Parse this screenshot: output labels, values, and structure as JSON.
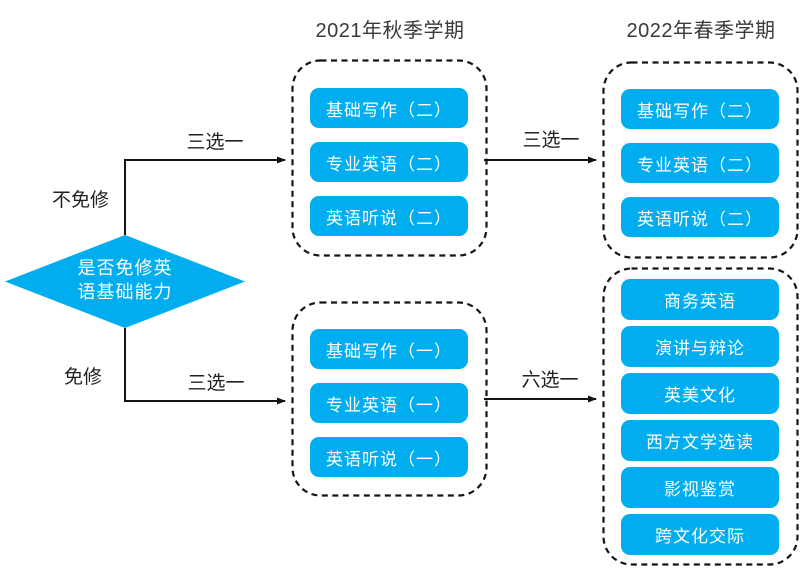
{
  "colors": {
    "accent": "#00AEEF",
    "line": "#141414",
    "text_dark": "#3a3a3a",
    "pill_text": "#ffffff"
  },
  "headers": {
    "fall": "2021年秋季学期",
    "spring": "2022年春季学期"
  },
  "decision": {
    "line1": "是否免修英",
    "line2": "语基础能力"
  },
  "branch_labels": {
    "not_exempt": "不免修",
    "exempt": "免修"
  },
  "edge_labels": {
    "top_left": "三选一",
    "top_mid": "三选一",
    "bottom_left": "三选一",
    "bottom_mid": "六选一"
  },
  "groups": [
    {
      "id": "fall-not-exempt",
      "courses": [
        "基础写作（二）",
        "专业英语（二）",
        "英语听说（二）"
      ]
    },
    {
      "id": "spring-not-exempt",
      "courses": [
        "基础写作（二）",
        "专业英语（二）",
        "英语听说（二）"
      ]
    },
    {
      "id": "fall-exempt",
      "courses": [
        "基础写作（一）",
        "专业英语（一）",
        "英语听说（一）"
      ]
    },
    {
      "id": "spring-exempt",
      "courses": [
        "商务英语",
        "演讲与辩论",
        "英美文化",
        "西方文学选读",
        "影视鉴赏",
        "跨文化交际"
      ]
    }
  ]
}
